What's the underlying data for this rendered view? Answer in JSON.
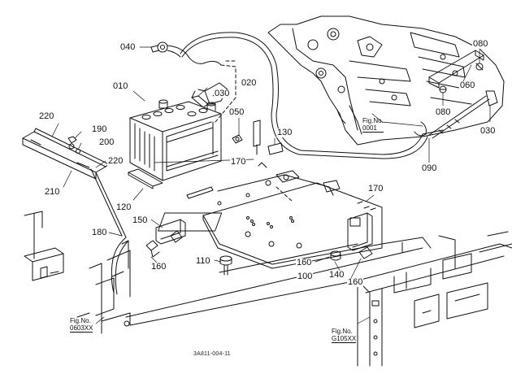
{
  "callouts": [
    {
      "id": "c040",
      "text": "040"
    },
    {
      "id": "c010",
      "text": "010"
    },
    {
      "id": "c020",
      "text": "020"
    },
    {
      "id": "c030a",
      "text": "030"
    },
    {
      "id": "c050",
      "text": "050"
    },
    {
      "id": "c130",
      "text": "130"
    },
    {
      "id": "c170a",
      "text": "170"
    },
    {
      "id": "c170b",
      "text": "170"
    },
    {
      "id": "c220a",
      "text": "220"
    },
    {
      "id": "c190",
      "text": "190"
    },
    {
      "id": "c200",
      "text": "200"
    },
    {
      "id": "c220b",
      "text": "220"
    },
    {
      "id": "c210",
      "text": "210"
    },
    {
      "id": "c120",
      "text": "120"
    },
    {
      "id": "c150",
      "text": "150"
    },
    {
      "id": "c180",
      "text": "180"
    },
    {
      "id": "c160a",
      "text": "160"
    },
    {
      "id": "c110",
      "text": "110"
    },
    {
      "id": "c160b",
      "text": "160"
    },
    {
      "id": "c100",
      "text": "100"
    },
    {
      "id": "c140",
      "text": "140"
    },
    {
      "id": "c160c",
      "text": "160"
    },
    {
      "id": "c080a",
      "text": "080"
    },
    {
      "id": "c060",
      "text": "060"
    },
    {
      "id": "c080b",
      "text": "080"
    },
    {
      "id": "c030b",
      "text": "030"
    },
    {
      "id": "c090",
      "text": "090"
    }
  ],
  "fig_refs": [
    {
      "id": "f0001",
      "label": "Fig.No.",
      "number": "0001"
    },
    {
      "id": "f0603",
      "label": "Fig.No.",
      "number": "0603XX"
    },
    {
      "id": "fG105",
      "label": "Fig.No.",
      "number": "G105XX"
    }
  ],
  "diagram_code": "3A811-004-11"
}
